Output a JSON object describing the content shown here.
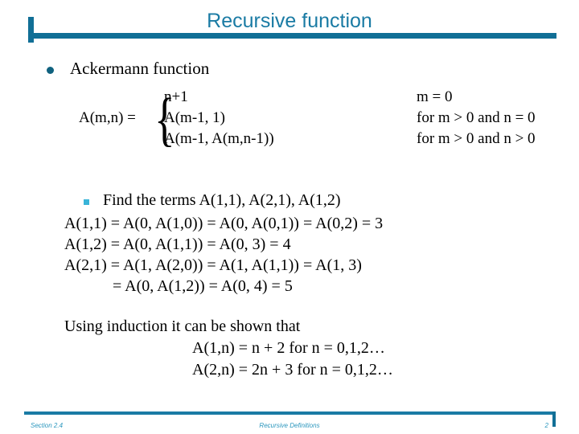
{
  "slide": {
    "title": "Recursive function",
    "accent_color": "#116f96",
    "title_color": "#1a7ba4",
    "sub_bullet_color": "#39b4d8",
    "background_color": "#ffffff"
  },
  "bullets": {
    "main": "Ackermann function",
    "sub": "Find the terms A(1,1), A(2,1), A(1,2)"
  },
  "piecewise": {
    "lhs": "A(m,n) =",
    "brace": "{",
    "cases": [
      {
        "expr": "n+1",
        "cond": "m = 0"
      },
      {
        "expr": "A(m-1, 1)",
        "cond": "for m > 0 and n = 0"
      },
      {
        "expr": "A(m-1, A(m,n-1))",
        "cond": "for m > 0 and n > 0"
      }
    ]
  },
  "derivation": [
    {
      "text": "A(1,1) = A(0, A(1,0)) = A(0, A(0,1)) = A(0,2) = 3",
      "indent": false
    },
    {
      "text": "A(1,2) = A(0, A(1,1)) = A(0, 3) = 4",
      "indent": false
    },
    {
      "text": "A(2,1) = A(1, A(2,0)) = A(1, A(1,1)) = A(1, 3)",
      "indent": false
    },
    {
      "text": "= A(0, A(1,2)) = A(0, 4) = 5",
      "indent": true
    }
  ],
  "induction": {
    "heading": "Using induction it can be shown that",
    "lines": [
      "A(1,n) = n + 2 for n = 0,1,2…",
      "A(2,n) = 2n + 3 for n = 0,1,2…"
    ]
  },
  "footer": {
    "section": "Section 2.4",
    "topic": "Recursive Definitions",
    "page": "2"
  }
}
